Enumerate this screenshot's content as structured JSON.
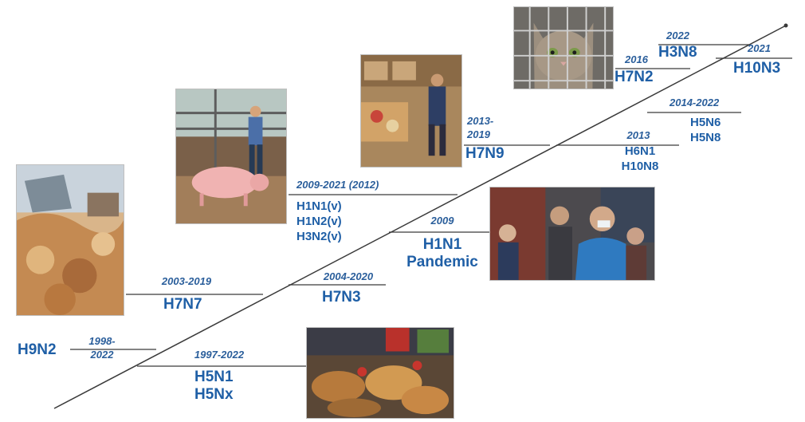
{
  "events": [
    {
      "id": "h9n2",
      "years": [
        "1998-",
        "2022"
      ],
      "subtypes": [
        "H9N2"
      ]
    },
    {
      "id": "h5n1",
      "years": [
        "1997-2022"
      ],
      "subtypes": [
        "H5N1",
        "H5Nx"
      ]
    },
    {
      "id": "h7n7",
      "years": [
        "2003-2019"
      ],
      "subtypes": [
        "H7N7"
      ]
    },
    {
      "id": "h7n3",
      "years": [
        "2004-2020"
      ],
      "subtypes": [
        "H7N3"
      ]
    },
    {
      "id": "h1n1v",
      "years": [
        "2009-2021 (2012)"
      ],
      "subtypes": [
        "H1N1(v)",
        "H1N2(v)",
        "H3N2(v)"
      ]
    },
    {
      "id": "pandemic",
      "years": [
        "2009"
      ],
      "subtypes": [
        "H1N1",
        "Pandemic"
      ]
    },
    {
      "id": "h7n9",
      "years": [
        "2013-",
        "2019"
      ],
      "subtypes": [
        "H7N9"
      ]
    },
    {
      "id": "h6n1",
      "years": [
        "2013"
      ],
      "subtypes": [
        "H6N1",
        "H10N8"
      ]
    },
    {
      "id": "h5n6",
      "years": [
        "2014-2022"
      ],
      "subtypes": [
        "H5N6",
        "H5N8"
      ]
    },
    {
      "id": "h7n2",
      "years": [
        "2016"
      ],
      "subtypes": [
        "H7N2"
      ]
    },
    {
      "id": "h3n8",
      "years": [
        "2022"
      ],
      "subtypes": [
        "H3N8"
      ]
    },
    {
      "id": "h10n3",
      "years": [
        "2021"
      ],
      "subtypes": [
        "H10N3"
      ]
    }
  ],
  "photos": {
    "poultry_litter": "poultry litter being dumped",
    "pig_show": "pig at a livestock show",
    "live_bird_market": "live bird market vendor",
    "cat": "cat behind cage",
    "masked_students": "students wearing face masks",
    "chickens": "chickens at a market"
  },
  "colors": {
    "text": "#1f5fa6",
    "year_text": "#2a5e9b",
    "line": "#3a3a3a"
  }
}
